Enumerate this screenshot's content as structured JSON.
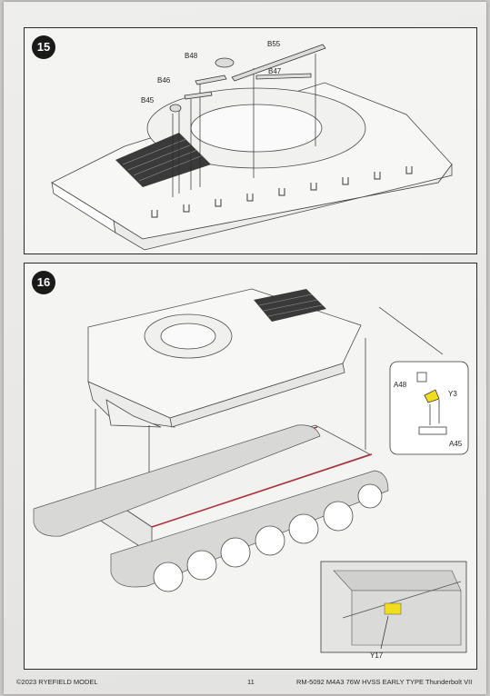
{
  "steps": [
    {
      "number": "15",
      "parts": {
        "b55": "B55",
        "b48": "B48",
        "b46": "B46",
        "b47": "B47",
        "b45": "B45"
      }
    },
    {
      "number": "16",
      "parts": {
        "a48": "A48",
        "y3": "Y3",
        "a45": "A45",
        "y17": "Y17"
      }
    }
  ],
  "footer": {
    "copyright": "©2023 RYEFIELD MODEL",
    "page_number": "11",
    "kit_title": "RM-5092 M4A3 76W HVSS EARLY TYPE Thunderbolt VII"
  },
  "colors": {
    "highlight_yellow": "#f2dc1e",
    "highlight_red": "#b0323a"
  }
}
